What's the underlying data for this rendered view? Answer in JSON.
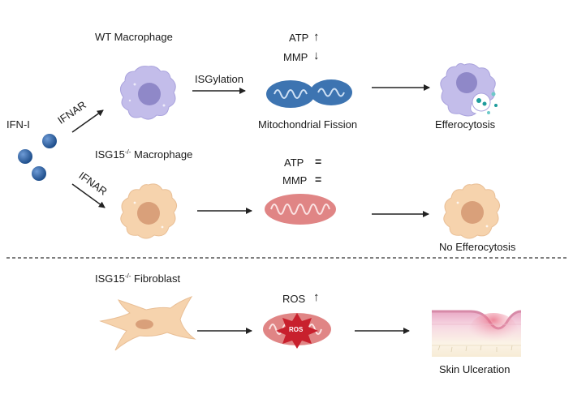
{
  "top": {
    "title": "WT Macrophage",
    "receptor_label": "IFNAR",
    "step_label": "ISGylation",
    "atp_label": "ATP",
    "mmp_label": "MMP",
    "atp_change": "↑",
    "mmp_change": "↓",
    "process_label": "Mitochondrial Fission",
    "outcome_label": "Efferocytosis"
  },
  "ligand": {
    "label": "IFN-I"
  },
  "middle": {
    "title_prefix": "ISG15",
    "title_sup": "-/-",
    "title_suffix": " Macrophage",
    "receptor_label": "IFNAR",
    "atp_label": "ATP",
    "mmp_label": "MMP",
    "atp_change": "=",
    "mmp_change": "=",
    "outcome_label": "No Efferocytosis"
  },
  "bottom": {
    "title_prefix": "ISG15",
    "title_sup": "-/-",
    "title_suffix": " Fibroblast",
    "ros_label": "ROS",
    "ros_change": "↑",
    "ros_burst_label": "ROS",
    "outcome_label": "Skin Ulceration"
  },
  "colors": {
    "wt_cell": "#c3bdea",
    "wt_nucleus": "#8f88c8",
    "ko_cell": "#f6d3ad",
    "ko_nucleus": "#d9a07a",
    "mito_fission": "#3d74b1",
    "mito_normal": "#e08585",
    "ros_burst": "#c8202d",
    "ifn_ball": "#1f4f8c",
    "arrow": "#222222"
  }
}
